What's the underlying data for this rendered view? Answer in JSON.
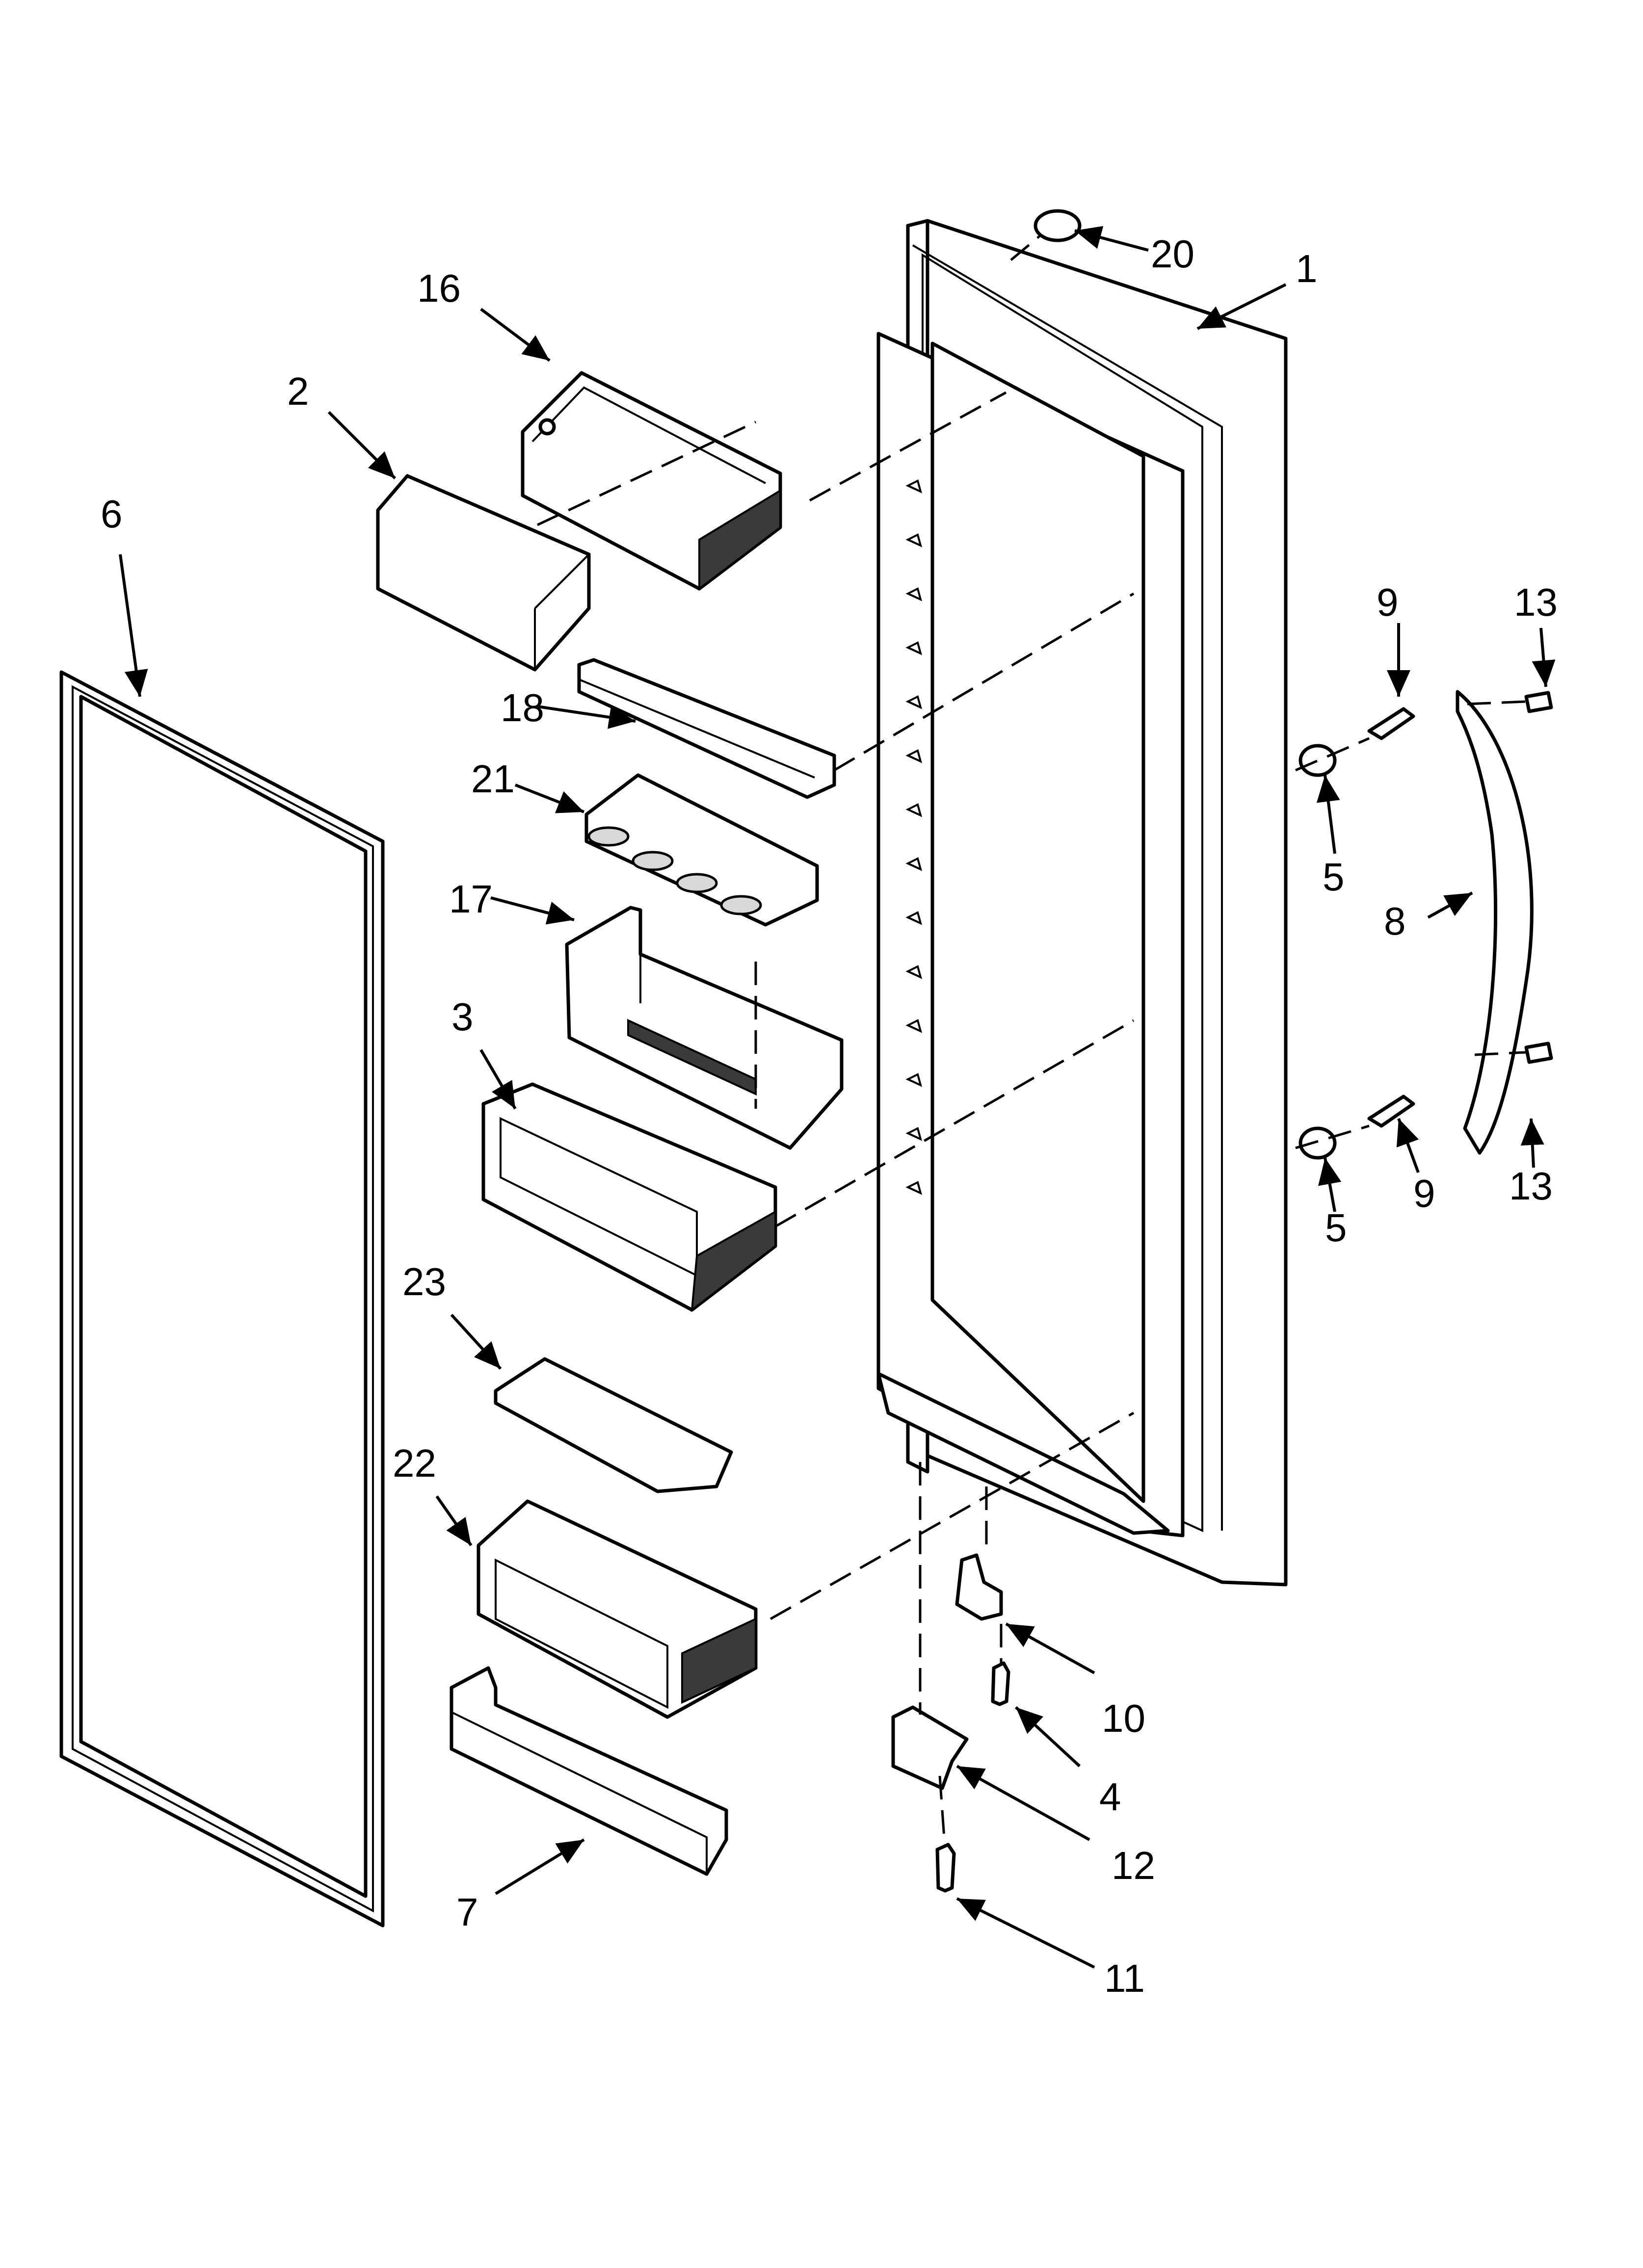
{
  "callouts": [
    {
      "id": "c1",
      "label": "1"
    },
    {
      "id": "c2",
      "label": "2"
    },
    {
      "id": "c3",
      "label": "3"
    },
    {
      "id": "c4",
      "label": "4"
    },
    {
      "id": "c5a",
      "label": "5"
    },
    {
      "id": "c5b",
      "label": "5"
    },
    {
      "id": "c6",
      "label": "6"
    },
    {
      "id": "c7",
      "label": "7"
    },
    {
      "id": "c8",
      "label": "8"
    },
    {
      "id": "c9a",
      "label": "9"
    },
    {
      "id": "c9b",
      "label": "9"
    },
    {
      "id": "c10",
      "label": "10"
    },
    {
      "id": "c11",
      "label": "11"
    },
    {
      "id": "c12",
      "label": "12"
    },
    {
      "id": "c13a",
      "label": "13"
    },
    {
      "id": "c13b",
      "label": "13"
    },
    {
      "id": "c16",
      "label": "16"
    },
    {
      "id": "c17",
      "label": "17"
    },
    {
      "id": "c18",
      "label": "18"
    },
    {
      "id": "c20",
      "label": "20"
    },
    {
      "id": "c21",
      "label": "21"
    },
    {
      "id": "c22",
      "label": "22"
    },
    {
      "id": "c23",
      "label": "23"
    }
  ]
}
